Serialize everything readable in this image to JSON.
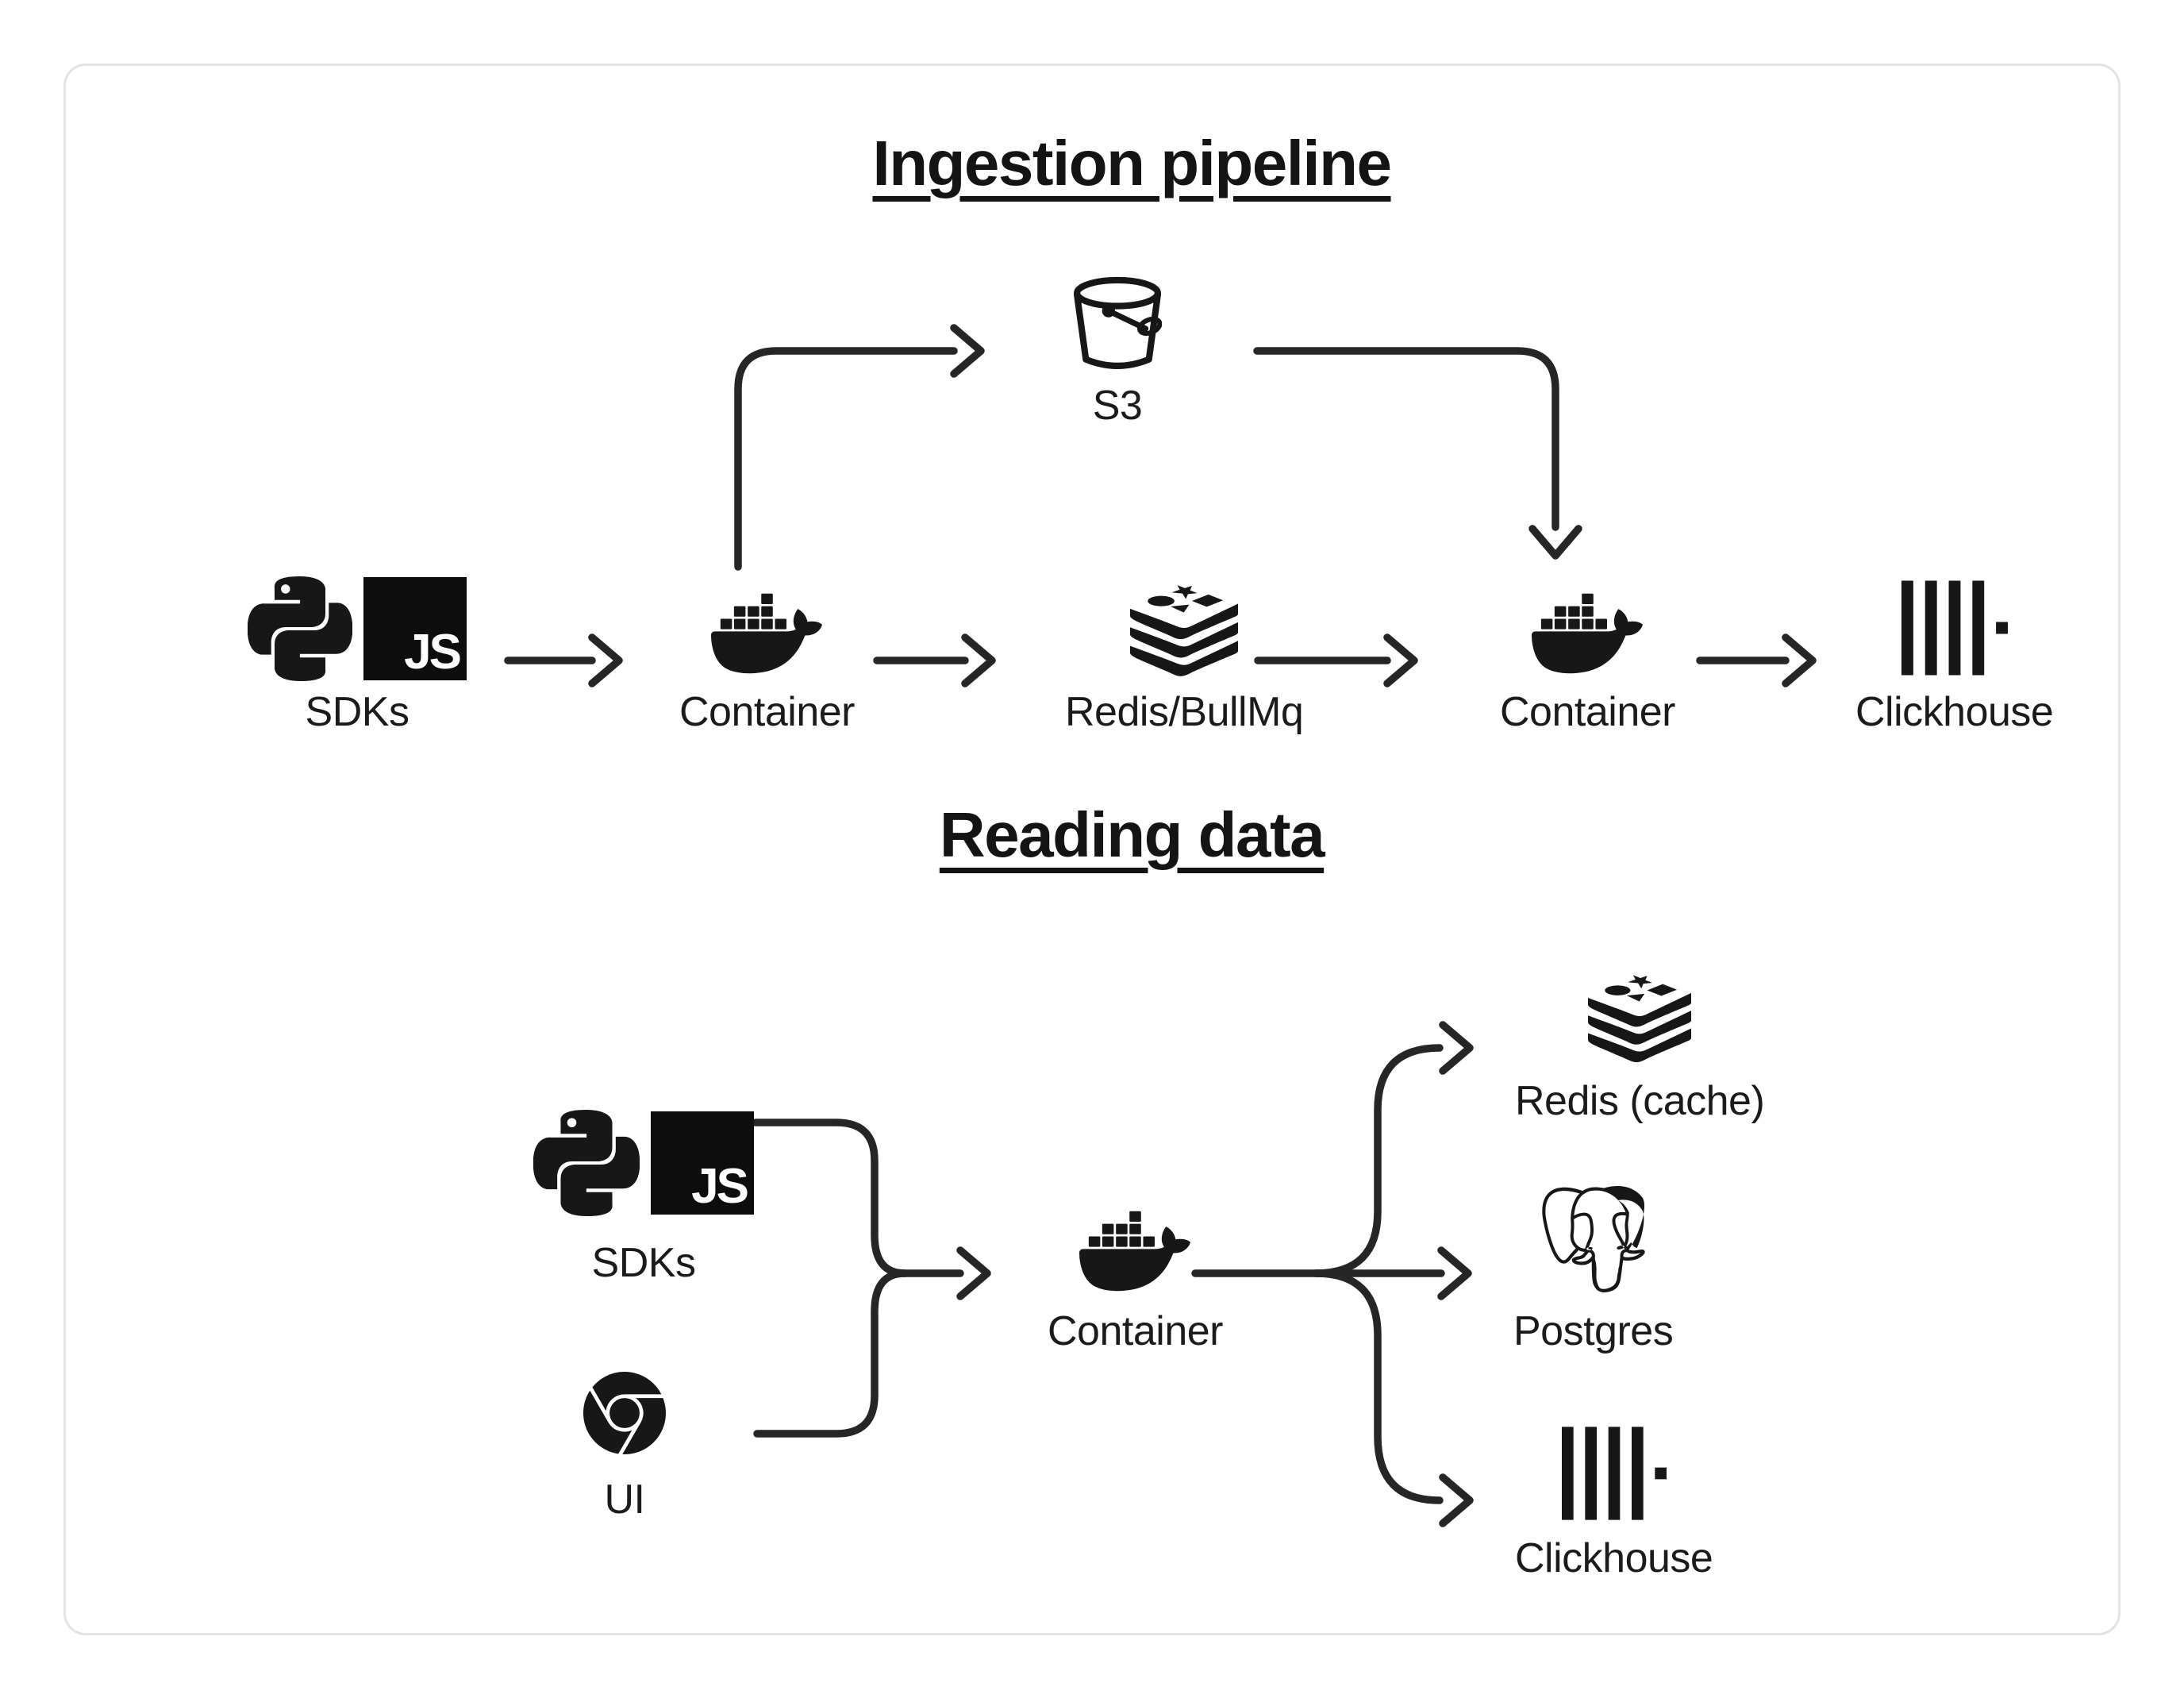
{
  "ingestion": {
    "title": "Ingestion pipeline",
    "nodes": {
      "sdks": {
        "label": "SDKs",
        "icons": [
          "python-icon",
          "javascript-icon"
        ]
      },
      "s3": {
        "label": "S3",
        "icons": [
          "s3-bucket-icon"
        ]
      },
      "container1": {
        "label": "Container",
        "icons": [
          "docker-icon"
        ]
      },
      "redis_queue": {
        "label": "Redis/BullMq",
        "icons": [
          "redis-icon"
        ]
      },
      "container2": {
        "label": "Container",
        "icons": [
          "docker-icon"
        ]
      },
      "clickhouse": {
        "label": "Clickhouse",
        "icons": [
          "clickhouse-icon"
        ]
      }
    },
    "edges": [
      {
        "from": "sdks",
        "to": "container1"
      },
      {
        "from": "container1",
        "to": "s3"
      },
      {
        "from": "container1",
        "to": "redis_queue"
      },
      {
        "from": "s3",
        "to": "container2"
      },
      {
        "from": "redis_queue",
        "to": "container2"
      },
      {
        "from": "container2",
        "to": "clickhouse"
      }
    ]
  },
  "reading": {
    "title": "Reading data",
    "nodes": {
      "sdks": {
        "label": "SDKs",
        "icons": [
          "python-icon",
          "javascript-icon"
        ]
      },
      "ui": {
        "label": "UI",
        "icons": [
          "chrome-icon"
        ]
      },
      "container": {
        "label": "Container",
        "icons": [
          "docker-icon"
        ]
      },
      "redis_cache": {
        "label": "Redis (cache)",
        "icons": [
          "redis-icon"
        ]
      },
      "postgres": {
        "label": "Postgres",
        "icons": [
          "postgres-icon"
        ]
      },
      "clickhouse": {
        "label": "Clickhouse",
        "icons": [
          "clickhouse-icon"
        ]
      }
    },
    "edges": [
      {
        "from": "sdks",
        "to": "container"
      },
      {
        "from": "ui",
        "to": "container"
      },
      {
        "from": "container",
        "to": "redis_cache"
      },
      {
        "from": "container",
        "to": "postgres"
      },
      {
        "from": "container",
        "to": "clickhouse"
      }
    ]
  },
  "badges": {
    "js": "JS"
  },
  "colors": {
    "ink": "#1b1b1b",
    "stroke": "#262626",
    "card_border": "#e3e3e3",
    "background": "#ffffff",
    "js_badge_bg": "#0d0d0d"
  }
}
